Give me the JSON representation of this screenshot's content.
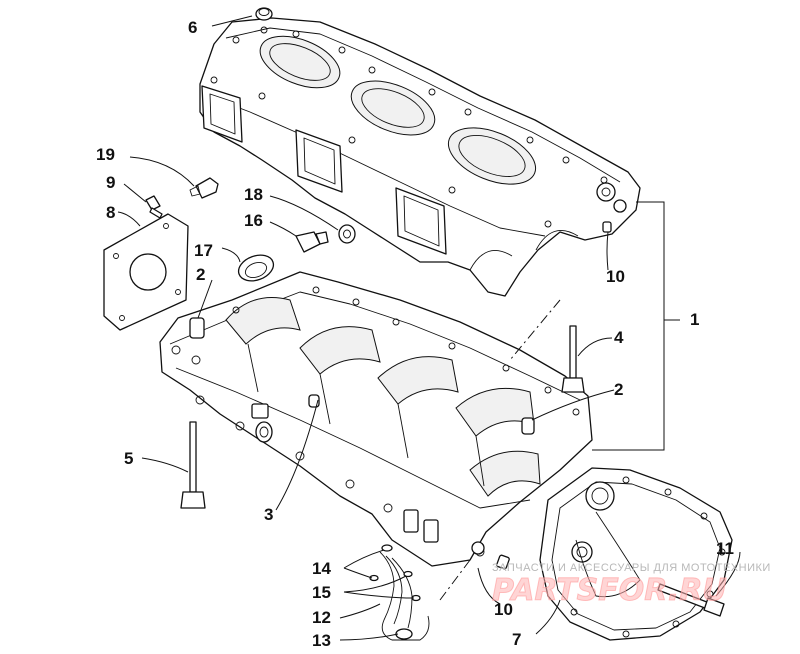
{
  "callouts": [
    {
      "id": "c1",
      "text": "1"
    },
    {
      "id": "c2a",
      "text": "2"
    },
    {
      "id": "c2b",
      "text": "2"
    },
    {
      "id": "c3",
      "text": "3"
    },
    {
      "id": "c4",
      "text": "4"
    },
    {
      "id": "c5",
      "text": "5"
    },
    {
      "id": "c6",
      "text": "6"
    },
    {
      "id": "c7",
      "text": "7"
    },
    {
      "id": "c8",
      "text": "8"
    },
    {
      "id": "c9",
      "text": "9"
    },
    {
      "id": "c10a",
      "text": "10"
    },
    {
      "id": "c10b",
      "text": "10"
    },
    {
      "id": "c11",
      "text": "11"
    },
    {
      "id": "c12",
      "text": "12"
    },
    {
      "id": "c13",
      "text": "13"
    },
    {
      "id": "c14",
      "text": "14"
    },
    {
      "id": "c15",
      "text": "15"
    },
    {
      "id": "c16",
      "text": "16"
    },
    {
      "id": "c17",
      "text": "17"
    },
    {
      "id": "c18",
      "text": "18"
    },
    {
      "id": "c19",
      "text": "19"
    }
  ],
  "watermark": {
    "tagline": "ЗАПЧАСТИ И АКСЕССУАРЫ ДЛЯ МОТОТЕХНИКИ",
    "brand": "PARTSFOR.RU"
  },
  "colors": {
    "line": "#111111",
    "watermark": "#ff9a9a"
  }
}
